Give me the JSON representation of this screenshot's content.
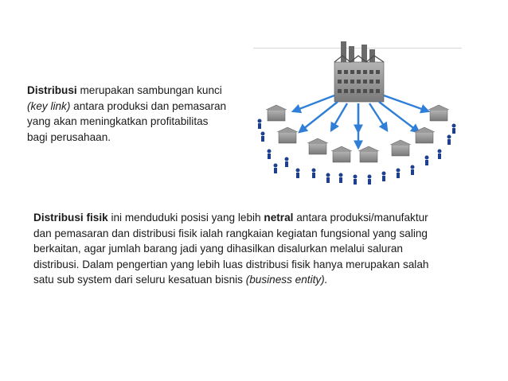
{
  "paragraph_1": {
    "lines": [
      [
        {
          "text": "Distribusi",
          "bold": true
        },
        {
          "text": " merupakan sambungan kunci"
        }
      ],
      [
        {
          "text": "(key link)",
          "italic": true
        },
        {
          "text": " antara produksi dan pemasaran"
        }
      ],
      [
        {
          "text": "yang akan meningkatkan profitabilitas"
        }
      ],
      [
        {
          "text": "bagi perusahaan."
        }
      ]
    ]
  },
  "paragraph_2": {
    "lines": [
      [
        {
          "text": "Distribusi fisik",
          "bold": true
        },
        {
          "text": " ini menduduki posisi yang lebih "
        },
        {
          "text": "netral",
          "bold": true
        },
        {
          "text": " antara produksi/manufaktur"
        }
      ],
      [
        {
          "text": "dan pemasaran dan distribusi fisik ialah rangkaian kegiatan fungsional  yang saling"
        }
      ],
      [
        {
          "text": "berkaitan, agar jumlah barang jadi yang dihasilkan disalurkan melalui saluran"
        }
      ],
      [
        {
          "text": "distribusi. Dalam pengertian yang lebih luas distribusi fisik hanya merupakan salah"
        }
      ],
      [
        {
          "text": "satu sub system dari seluru kesatuan bisnis "
        },
        {
          "text": "(business entity).",
          "italic": true
        }
      ]
    ]
  },
  "illustration": {
    "icon": "factory-distribution-network-icon",
    "colors": {
      "building": "#8e8e8e",
      "roof": "#5e5e5e",
      "arrow": "#2f7fd8",
      "people": "#1f3f8f"
    }
  }
}
